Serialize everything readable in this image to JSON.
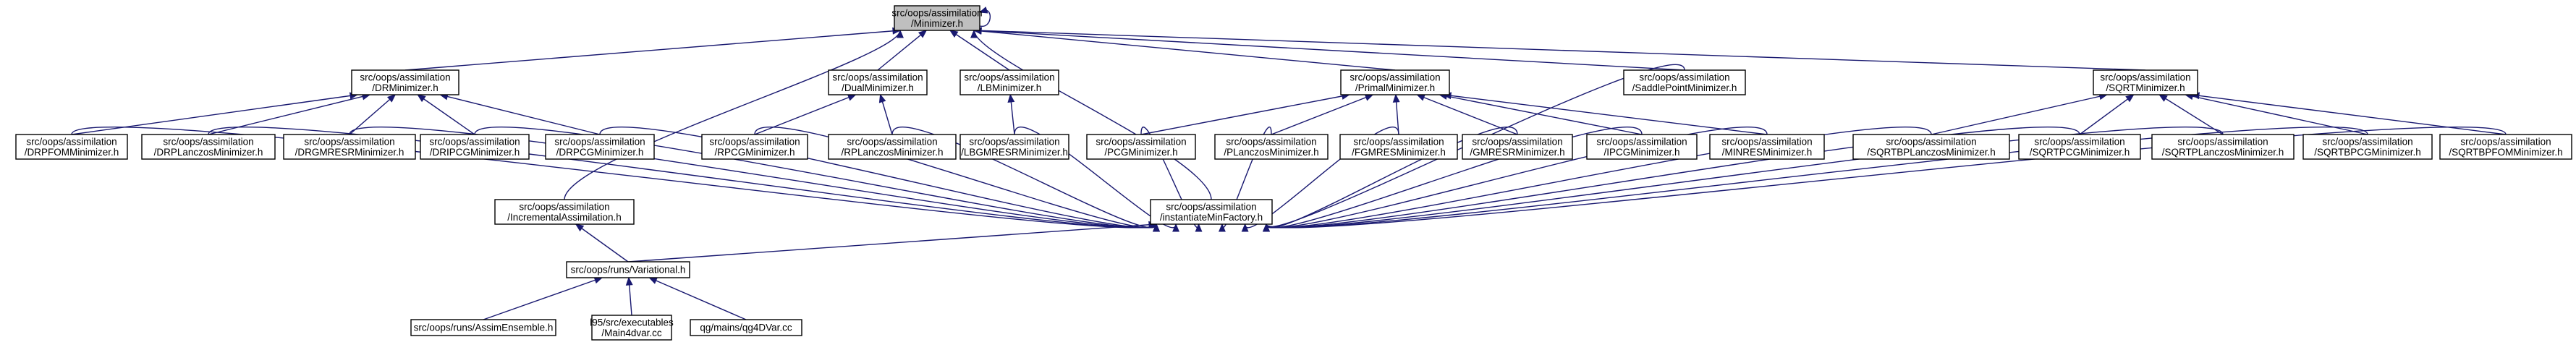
{
  "nodes": [
    {
      "id": "minimizer",
      "lines": [
        "src/oops/assimilation",
        "/Minimizer.h"
      ],
      "root": true
    },
    {
      "id": "drminimizer",
      "lines": [
        "src/oops/assimilation",
        "/DRMinimizer.h"
      ]
    },
    {
      "id": "dualminimizer",
      "lines": [
        "src/oops/assimilation",
        "/DualMinimizer.h"
      ]
    },
    {
      "id": "lbminimizer",
      "lines": [
        "src/oops/assimilation",
        "/LBMinimizer.h"
      ]
    },
    {
      "id": "primalminimizer",
      "lines": [
        "src/oops/assimilation",
        "/PrimalMinimizer.h"
      ]
    },
    {
      "id": "saddlepoint",
      "lines": [
        "src/oops/assimilation",
        "/SaddlePointMinimizer.h"
      ]
    },
    {
      "id": "sqrtminimizer",
      "lines": [
        "src/oops/assimilation",
        "/SQRTMinimizer.h"
      ]
    },
    {
      "id": "drpfom",
      "lines": [
        "src/oops/assimilation",
        "/DRPFOMMinimizer.h"
      ]
    },
    {
      "id": "drplanczos",
      "lines": [
        "src/oops/assimilation",
        "/DRPLanczosMinimizer.h"
      ]
    },
    {
      "id": "drgmresr",
      "lines": [
        "src/oops/assimilation",
        "/DRGMRESRMinimizer.h"
      ]
    },
    {
      "id": "dripcg",
      "lines": [
        "src/oops/assimilation",
        "/DRIPCGMinimizer.h"
      ]
    },
    {
      "id": "drpcg",
      "lines": [
        "src/oops/assimilation",
        "/DRPCGMinimizer.h"
      ]
    },
    {
      "id": "rpcg",
      "lines": [
        "src/oops/assimilation",
        "/RPCGMinimizer.h"
      ]
    },
    {
      "id": "rplanczos",
      "lines": [
        "src/oops/assimilation",
        "/RPLanczosMinimizer.h"
      ]
    },
    {
      "id": "lbgmresr",
      "lines": [
        "src/oops/assimilation",
        "/LBGMRESRMinimizer.h"
      ]
    },
    {
      "id": "pcg",
      "lines": [
        "src/oops/assimilation",
        "/PCGMinimizer.h"
      ]
    },
    {
      "id": "planczos",
      "lines": [
        "src/oops/assimilation",
        "/PLanczosMinimizer.h"
      ]
    },
    {
      "id": "fgmres",
      "lines": [
        "src/oops/assimilation",
        "/FGMRESMinimizer.h"
      ]
    },
    {
      "id": "gmresr",
      "lines": [
        "src/oops/assimilation",
        "/GMRESRMinimizer.h"
      ]
    },
    {
      "id": "ipcg",
      "lines": [
        "src/oops/assimilation",
        "/IPCGMinimizer.h"
      ]
    },
    {
      "id": "minres",
      "lines": [
        "src/oops/assimilation",
        "/MINRESMinimizer.h"
      ]
    },
    {
      "id": "sqrtbplanczos",
      "lines": [
        "src/oops/assimilation",
        "/SQRTBPLanczosMinimizer.h"
      ]
    },
    {
      "id": "sqrtpcg",
      "lines": [
        "src/oops/assimilation",
        "/SQRTPCGMinimizer.h"
      ]
    },
    {
      "id": "sqrtplanczos",
      "lines": [
        "src/oops/assimilation",
        "/SQRTPLanczosMinimizer.h"
      ]
    },
    {
      "id": "sqrtbpcg",
      "lines": [
        "src/oops/assimilation",
        "/SQRTBPCGMinimizer.h"
      ]
    },
    {
      "id": "sqrtbpfom",
      "lines": [
        "src/oops/assimilation",
        "/SQRTBPFOMMinimizer.h"
      ]
    },
    {
      "id": "incremental",
      "lines": [
        "src/oops/assimilation",
        "/IncrementalAssimilation.h"
      ]
    },
    {
      "id": "instantiate",
      "lines": [
        "src/oops/assimilation",
        "/instantiateMinFactory.h"
      ]
    },
    {
      "id": "variational",
      "lines": [
        "src/oops/runs/Variational.h"
      ]
    },
    {
      "id": "assimensemble",
      "lines": [
        "src/oops/runs/AssimEnsemble.h"
      ]
    },
    {
      "id": "main4dvar",
      "lines": [
        "l95/src/executables",
        "/Main4dvar.cc"
      ]
    },
    {
      "id": "qg4dvar",
      "lines": [
        "qg/mains/qg4DVar.cc"
      ]
    }
  ],
  "edges": [
    [
      "minimizer",
      "minimizer"
    ],
    [
      "drminimizer",
      "minimizer"
    ],
    [
      "dualminimizer",
      "minimizer"
    ],
    [
      "lbminimizer",
      "minimizer"
    ],
    [
      "primalminimizer",
      "minimizer"
    ],
    [
      "saddlepoint",
      "minimizer"
    ],
    [
      "sqrtminimizer",
      "minimizer"
    ],
    [
      "incremental",
      "minimizer"
    ],
    [
      "instantiate",
      "minimizer"
    ],
    [
      "drpfom",
      "drminimizer"
    ],
    [
      "drplanczos",
      "drminimizer"
    ],
    [
      "drgmresr",
      "drminimizer"
    ],
    [
      "dripcg",
      "drminimizer"
    ],
    [
      "drpcg",
      "drminimizer"
    ],
    [
      "rpcg",
      "dualminimizer"
    ],
    [
      "rplanczos",
      "dualminimizer"
    ],
    [
      "lbgmresr",
      "lbminimizer"
    ],
    [
      "pcg",
      "primalminimizer"
    ],
    [
      "planczos",
      "primalminimizer"
    ],
    [
      "fgmres",
      "primalminimizer"
    ],
    [
      "gmresr",
      "primalminimizer"
    ],
    [
      "ipcg",
      "primalminimizer"
    ],
    [
      "minres",
      "primalminimizer"
    ],
    [
      "sqrtbplanczos",
      "sqrtminimizer"
    ],
    [
      "sqrtpcg",
      "sqrtminimizer"
    ],
    [
      "sqrtplanczos",
      "sqrtminimizer"
    ],
    [
      "sqrtbpcg",
      "sqrtminimizer"
    ],
    [
      "sqrtbpfom",
      "sqrtminimizer"
    ],
    [
      "drpfom",
      "instantiate"
    ],
    [
      "drplanczos",
      "instantiate"
    ],
    [
      "drgmresr",
      "instantiate"
    ],
    [
      "dripcg",
      "instantiate"
    ],
    [
      "drpcg",
      "instantiate"
    ],
    [
      "rpcg",
      "instantiate"
    ],
    [
      "rplanczos",
      "instantiate"
    ],
    [
      "lbgmresr",
      "instantiate"
    ],
    [
      "pcg",
      "instantiate"
    ],
    [
      "planczos",
      "instantiate"
    ],
    [
      "fgmres",
      "instantiate"
    ],
    [
      "gmresr",
      "instantiate"
    ],
    [
      "ipcg",
      "instantiate"
    ],
    [
      "minres",
      "instantiate"
    ],
    [
      "saddlepoint",
      "instantiate"
    ],
    [
      "sqrtbplanczos",
      "instantiate"
    ],
    [
      "sqrtpcg",
      "instantiate"
    ],
    [
      "sqrtplanczos",
      "instantiate"
    ],
    [
      "sqrtbpcg",
      "instantiate"
    ],
    [
      "sqrtbpfom",
      "instantiate"
    ],
    [
      "variational",
      "incremental"
    ],
    [
      "variational",
      "instantiate"
    ],
    [
      "assimensemble",
      "variational"
    ],
    [
      "main4dvar",
      "variational"
    ],
    [
      "qg4dvar",
      "variational"
    ]
  ],
  "colors": {
    "edge": "#191970",
    "root_fill": "#bfbfbf",
    "node_border": "#000000"
  }
}
